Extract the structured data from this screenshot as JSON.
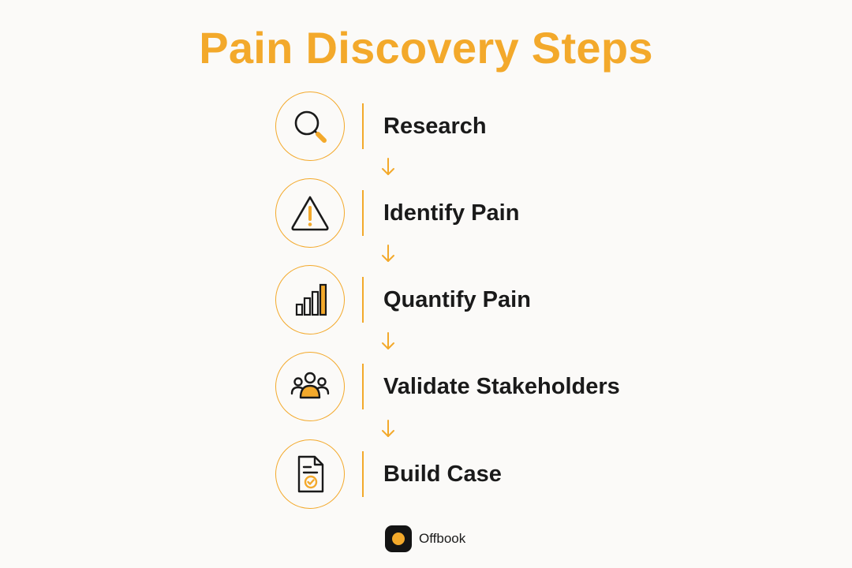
{
  "title": "Pain Discovery Steps",
  "accent_color": "#F3A92B",
  "text_color": "#1A1A1A",
  "steps": [
    {
      "label": "Research",
      "icon": "magnifying-glass-icon"
    },
    {
      "label": "Identify Pain",
      "icon": "warning-triangle-icon"
    },
    {
      "label": "Quantify Pain",
      "icon": "bar-chart-icon"
    },
    {
      "label": "Validate Stakeholders",
      "icon": "people-group-icon"
    },
    {
      "label": "Build Case",
      "icon": "document-check-icon"
    }
  ],
  "brand": {
    "name": "Offbook",
    "icon": "offbook-logo-icon"
  }
}
